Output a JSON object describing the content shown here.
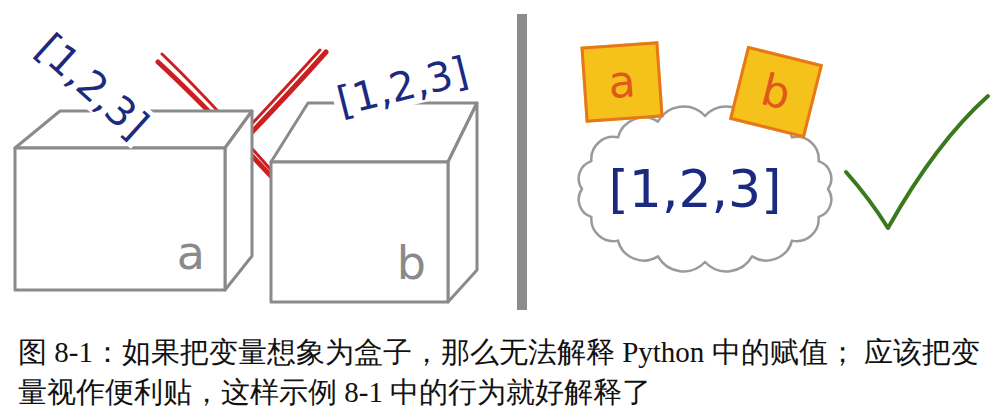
{
  "diagram": {
    "caption": "图 8-1：如果把变量想象为盒子，那么无法解释 Python 中的赋值； 应该把变量视作便利贴，这样示例 8-1 中的行为就好解释了",
    "nodes": [
      {
        "text": [
          "a"
        ]
      },
      {
        "text": [
          "b"
        ]
      },
      {
        "text": [
          "a"
        ]
      },
      {
        "text": [
          "b"
        ]
      },
      {
        "text": [
          "[1,2,3]"
        ]
      }
    ],
    "labels": [
      "[1,2,3]",
      "[1,2,3]"
    ]
  }
}
